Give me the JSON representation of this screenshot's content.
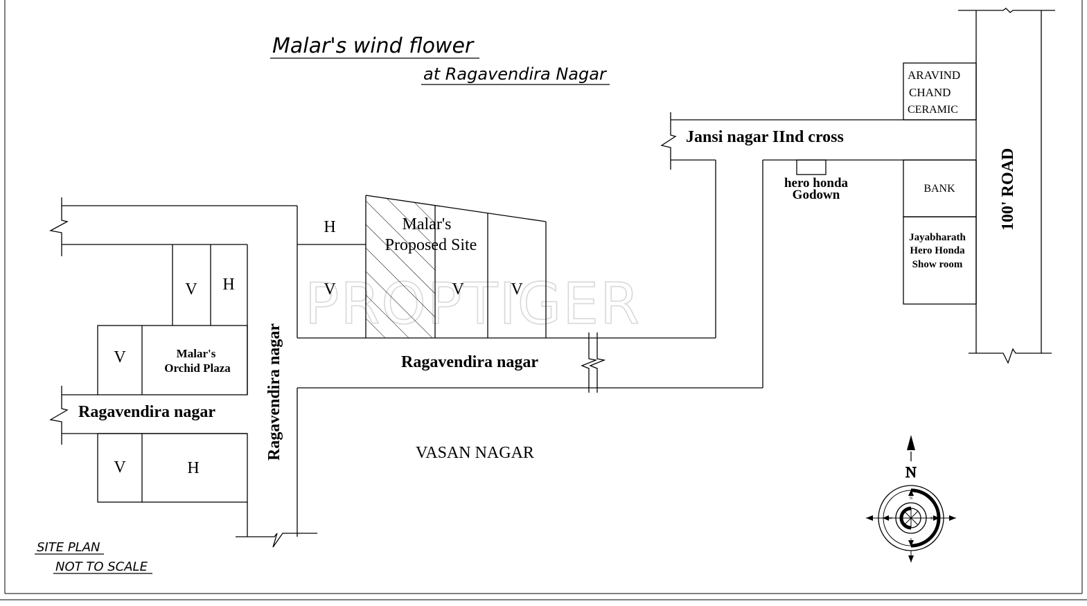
{
  "title": "Malar's wind flower",
  "subtitle": "at Ragavendira Nagar",
  "watermark": "PROPTIGER",
  "plan_note": {
    "line1": "SITE PLAN",
    "line2": "NOT TO SCALE"
  },
  "roads": {
    "jansi_cross": "Jansi nagar IInd cross",
    "hundred_feet": "100' ROAD",
    "ragavendira_center": "Ragavendira nagar",
    "ragavendira_left": "Ragavendira nagar",
    "ragavendira_vertical": "Ragavendira nagar"
  },
  "areas": {
    "vasan": "VASAN NAGAR"
  },
  "landmarks": {
    "aravind": [
      "ARAVIND",
      "CHAND",
      "CERAMIC"
    ],
    "hero_godown": [
      "hero honda",
      "Godown"
    ],
    "bank": "BANK",
    "jayabharath": [
      "Jayabharath",
      "Hero Honda",
      "Show room"
    ],
    "orchid_plaza": [
      "Malar's",
      "Orchid Plaza"
    ],
    "proposed_site": [
      "Malar's",
      "Proposed Site"
    ]
  },
  "plots": {
    "v": "V",
    "h": "H"
  },
  "compass": {
    "north": "N",
    "n": "N",
    "s": "S",
    "e": "E",
    "w": "W"
  }
}
